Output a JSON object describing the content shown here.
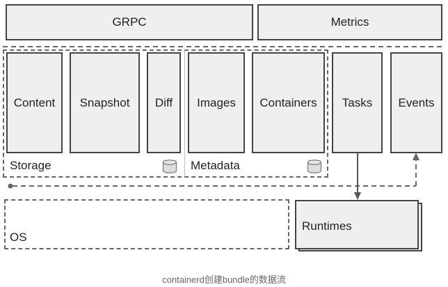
{
  "top_bar": {
    "grpc": "GRPC",
    "metrics": "Metrics"
  },
  "storage": {
    "label": "Storage",
    "content": "Content",
    "snapshot": "Snapshot",
    "diff": "Diff",
    "icon": "database-icon"
  },
  "metadata": {
    "label": "Metadata",
    "images": "Images",
    "containers": "Containers",
    "icon": "database-icon"
  },
  "services": {
    "tasks": "Tasks",
    "events": "Events"
  },
  "os": {
    "label": "OS"
  },
  "runtimes": {
    "label": "Runtimes"
  },
  "caption": "containerd创建bundle的数据流",
  "colors": {
    "box_fill": "#efefef",
    "border": "#444444",
    "dashed": "#666666"
  }
}
